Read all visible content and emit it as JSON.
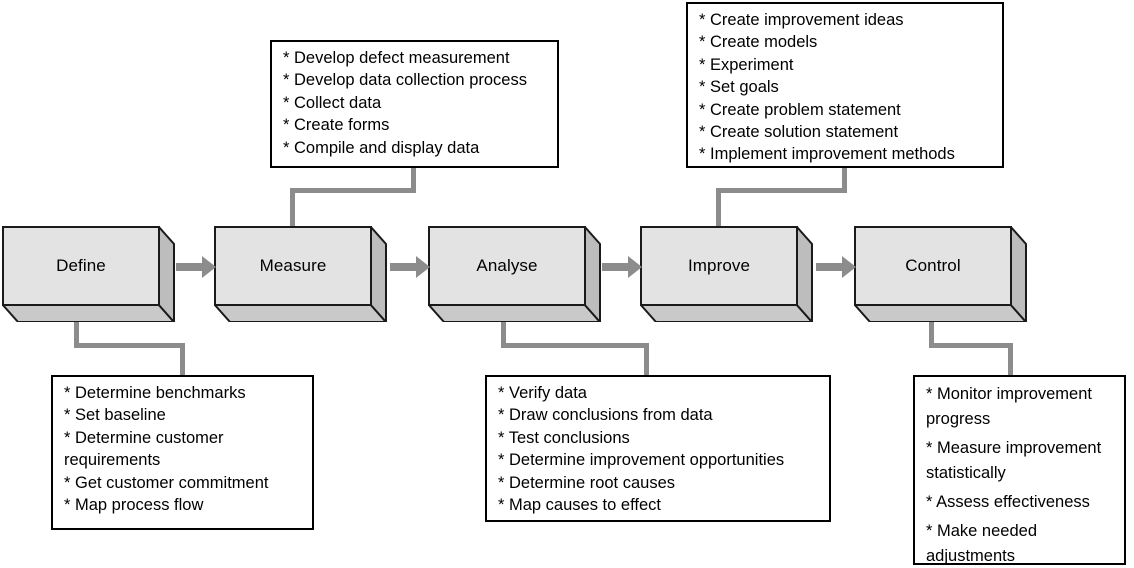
{
  "diagram": {
    "title": "DMAIC process diagram",
    "accent_line_color": "#8c8c8c",
    "box_face_color": "#e3e3e3",
    "box_border_color": "#1a1a1a"
  },
  "stages": [
    {
      "id": "define",
      "label": "Define"
    },
    {
      "id": "measure",
      "label": "Measure"
    },
    {
      "id": "analyse",
      "label": "Analyse"
    },
    {
      "id": "improve",
      "label": "Improve"
    },
    {
      "id": "control",
      "label": "Control"
    }
  ],
  "panels": {
    "measure": {
      "stage": "Measure",
      "items": [
        "* Develop defect measurement",
        "* Develop data collection process",
        "* Collect data",
        "* Create forms",
        "* Compile and display data"
      ]
    },
    "improve": {
      "stage": "Improve",
      "items": [
        "* Create improvement ideas",
        "* Create models",
        "* Experiment",
        "* Set goals",
        "* Create problem statement",
        "* Create solution statement",
        "* Implement improvement methods"
      ]
    },
    "define": {
      "stage": "Define",
      "items": [
        "* Determine benchmarks",
        "* Set baseline",
        "* Determine customer\nrequirements",
        "* Get customer commitment",
        "* Map process flow"
      ]
    },
    "analyse": {
      "stage": "Analyse",
      "items": [
        "* Verify data",
        "* Draw conclusions from data",
        "* Test conclusions",
        "* Determine improvement opportunities",
        "* Determine root causes",
        "* Map causes to effect"
      ]
    },
    "control": {
      "stage": "Control",
      "items": [
        "* Monitor improvement\nprogress",
        "* Measure improvement\nstatistically",
        "* Assess effectiveness",
        "* Make needed\nadjustments"
      ]
    }
  }
}
